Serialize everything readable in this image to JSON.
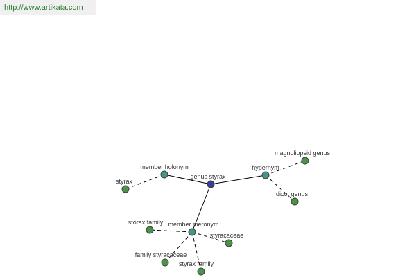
{
  "header": {
    "site_link": "http://www.artikata.com"
  },
  "graph": {
    "colors": {
      "root": "#3b3b9b",
      "relation": "#4f8f8f",
      "leaf": "#4f8f4f"
    },
    "nodes": {
      "genus_styrax": {
        "label": "genus styrax",
        "kind": "root"
      },
      "member_holonym": {
        "label": "member holonym",
        "kind": "relation"
      },
      "hypernym": {
        "label": "hypernym",
        "kind": "relation"
      },
      "member_meronym": {
        "label": "member meronym",
        "kind": "relation"
      },
      "styrax": {
        "label": "styrax",
        "kind": "leaf"
      },
      "magnoliopsid_genus": {
        "label": "magnoliopsid genus",
        "kind": "leaf"
      },
      "dicot_genus": {
        "label": "dicot genus",
        "kind": "leaf"
      },
      "storax_family": {
        "label": "storax family",
        "kind": "leaf"
      },
      "styracaceae": {
        "label": "styracaceae",
        "kind": "leaf"
      },
      "family_styracaceae": {
        "label": "family styracaceae",
        "kind": "leaf"
      },
      "styrax_family": {
        "label": "styrax family",
        "kind": "leaf"
      }
    },
    "edges": [
      {
        "from": "genus_styrax",
        "to": "member_holonym",
        "style": "solid"
      },
      {
        "from": "genus_styrax",
        "to": "hypernym",
        "style": "solid"
      },
      {
        "from": "genus_styrax",
        "to": "member_meronym",
        "style": "solid"
      },
      {
        "from": "member_holonym",
        "to": "styrax",
        "style": "dashed"
      },
      {
        "from": "hypernym",
        "to": "magnoliopsid_genus",
        "style": "dashed"
      },
      {
        "from": "hypernym",
        "to": "dicot_genus",
        "style": "dashed"
      },
      {
        "from": "member_meronym",
        "to": "storax_family",
        "style": "dashed"
      },
      {
        "from": "member_meronym",
        "to": "styracaceae",
        "style": "dashed"
      },
      {
        "from": "member_meronym",
        "to": "family_styracaceae",
        "style": "dashed"
      },
      {
        "from": "member_meronym",
        "to": "styrax_family",
        "style": "dashed"
      }
    ]
  }
}
